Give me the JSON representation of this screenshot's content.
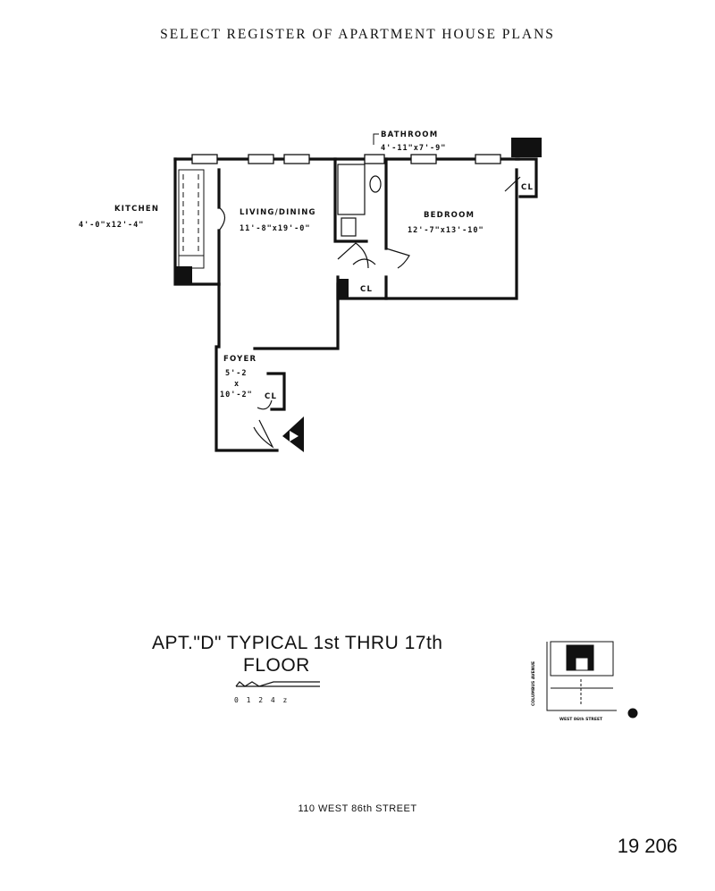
{
  "header": {
    "title": "SELECT REGISTER OF APARTMENT HOUSE PLANS"
  },
  "rooms": {
    "kitchen": {
      "name": "KITCHEN",
      "dims": "4'-0\"x12'-4\""
    },
    "living": {
      "name": "LIVING/DINING",
      "dims": "11'-8\"x19'-0\""
    },
    "bathroom": {
      "name": "BATHROOM",
      "dims": "4'-11\"x7'-9\""
    },
    "bedroom": {
      "name": "BEDROOM",
      "dims": "12'-7\"x13'-10\""
    },
    "foyer": {
      "name": "FOYER",
      "dim1": "5'-2",
      "x": "x",
      "dim2": "10'-2\""
    },
    "closet_label": "CL"
  },
  "caption": {
    "line1": "APT.\"D\" TYPICAL 1st THRU 17th",
    "line2": "FLOOR"
  },
  "scale": {
    "labels": "0 1 2 4    z"
  },
  "keyplan": {
    "street": "WEST 86th STREET",
    "avenue": "COLUMBUS AVENUE"
  },
  "footer": {
    "address": "110 WEST 86th STREET",
    "page": "19  206"
  }
}
